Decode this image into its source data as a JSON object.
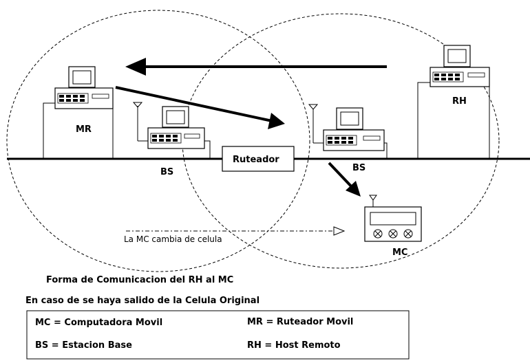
{
  "diagram": {
    "labels": {
      "mr": "MR",
      "bs_left": "BS",
      "router": "Ruteador",
      "bs_right": "BS",
      "rh": "RH",
      "mc": "MC",
      "movement": "La MC cambia de celula"
    },
    "captions": {
      "line1": "Forma de Comunicacion del RH al MC",
      "line2": "En caso de se haya salido de la Celula Original"
    },
    "legend": {
      "mc": "MC = Computadora Movil",
      "mr": "MR = Ruteador Movil",
      "bs": "BS = Estacion Base",
      "rh": "RH = Host Remoto"
    }
  }
}
